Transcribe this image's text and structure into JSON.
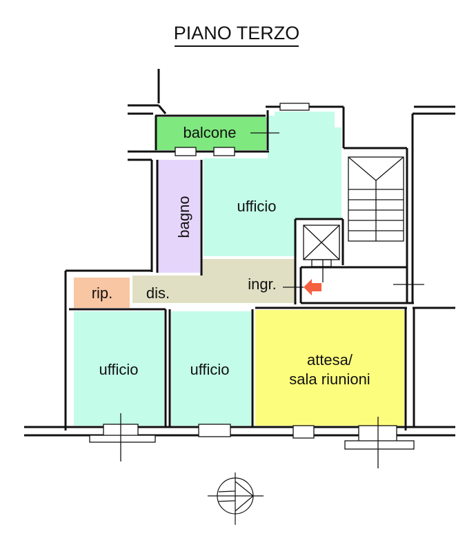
{
  "title": "PIANO TERZO",
  "rooms": {
    "balcone": {
      "label": "balcone",
      "color": "#7fe87f"
    },
    "ufficio_top": {
      "label": "ufficio",
      "color": "#c3fde9"
    },
    "bagno": {
      "label": "bagno",
      "color": "#e6d5fb"
    },
    "rip": {
      "label": "rip.",
      "color": "#f8c6a3"
    },
    "dis": {
      "label": "dis.",
      "color": "#e0dfc3"
    },
    "ingr": {
      "label": "ingr.",
      "color": "#e0dfc3"
    },
    "ufficio_left": {
      "label": "ufficio",
      "color": "#c3fde9"
    },
    "ufficio_mid": {
      "label": "ufficio",
      "color": "#c3fde9"
    },
    "attesa_line1": {
      "label": "attesa/",
      "color": "#fdfd7d"
    },
    "attesa_line2": {
      "label": "sala riunioni"
    }
  },
  "entrance_arrow_color": "#f5603f"
}
